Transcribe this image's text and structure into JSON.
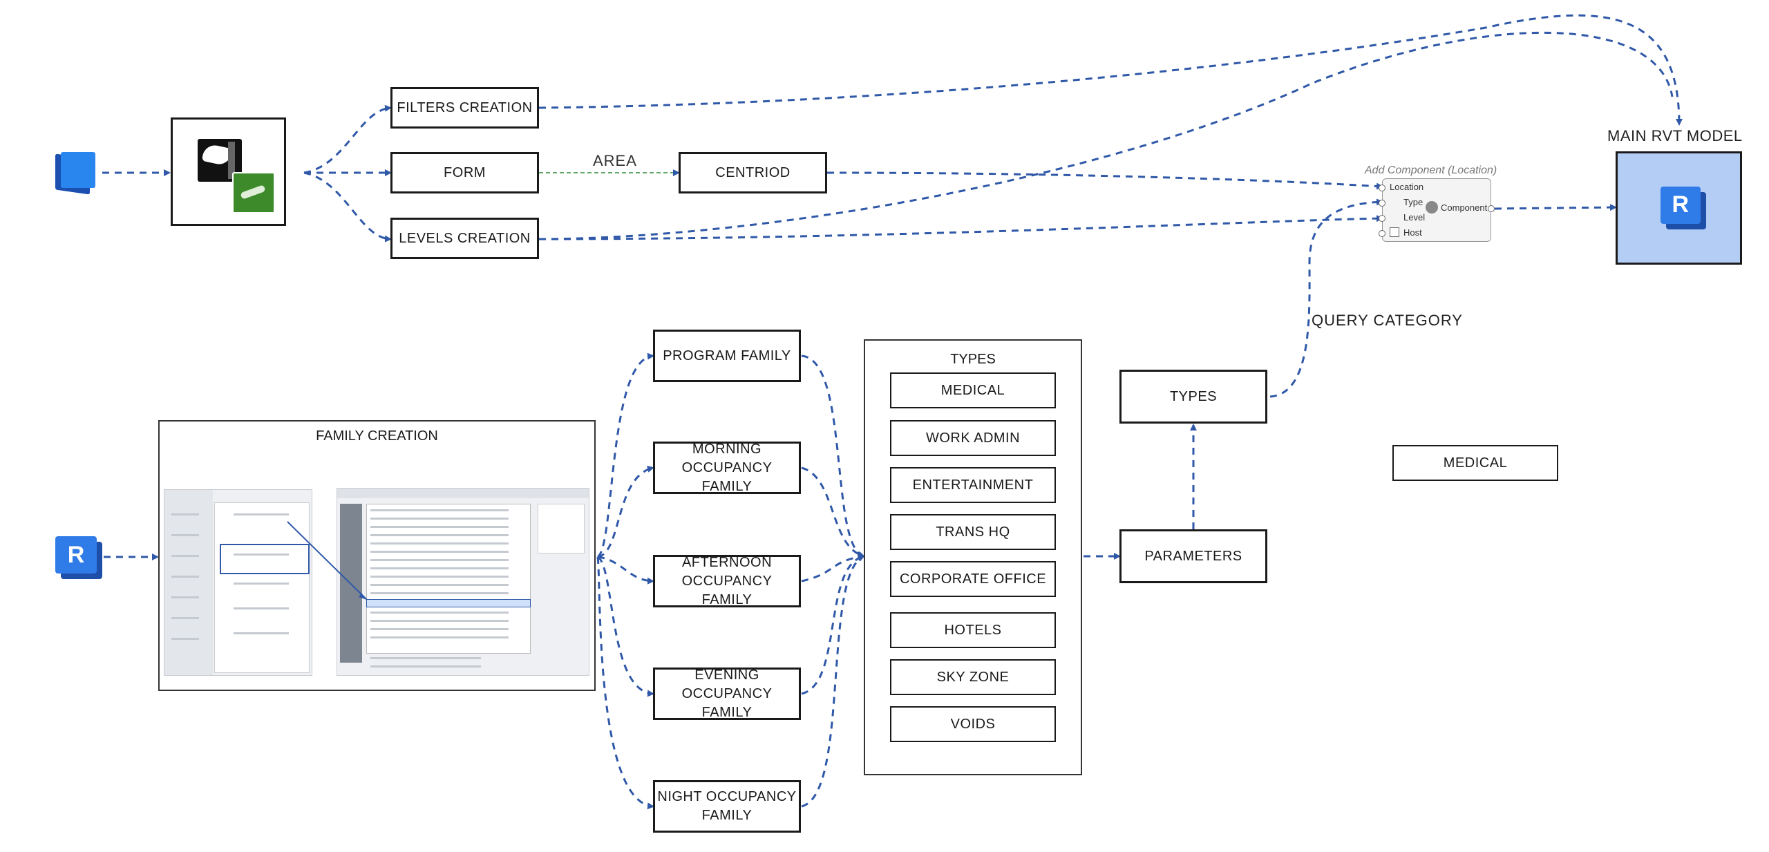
{
  "top": {
    "filters": "FILTERS CREATION",
    "form": "FORM",
    "levels": "LEVELS CREATION",
    "area_label": "AREA",
    "centroid": "CENTRIOD"
  },
  "add_component": {
    "title": "Add Component (Location)",
    "inputs": [
      "Location",
      "Type",
      "Level",
      "Host"
    ],
    "output": "Component"
  },
  "main_model": {
    "title": "MAIN RVT MODEL",
    "icon_letter": "R"
  },
  "family_creation": {
    "title": "FAMILY CREATION",
    "icon_letter": "R"
  },
  "families": [
    "PROGRAM FAMILY",
    "MORNING OCCUPANCY\nFAMILY",
    "AFTERNOON\nOCCUPANCY FAMILY",
    "EVENING  OCCUPANCY\nFAMILY",
    "NIGHT OCCUPANCY\nFAMILY"
  ],
  "types_panel": {
    "title": "TYPES",
    "items": [
      "MEDICAL",
      "WORK ADMIN",
      "ENTERTAINMENT",
      "TRANS HQ",
      "CORPORATE OFFICE",
      "HOTELS",
      "SKY ZONE",
      "VOIDS"
    ]
  },
  "right_flow": {
    "parameters": "PARAMETERS",
    "types": "TYPES",
    "query_label": "QUERY CATEGORY",
    "medical": "MEDICAL"
  },
  "colors": {
    "connector": "#2f58a8",
    "area_connector": "#2e8b3a",
    "model_fill": "#b3cdf5"
  }
}
